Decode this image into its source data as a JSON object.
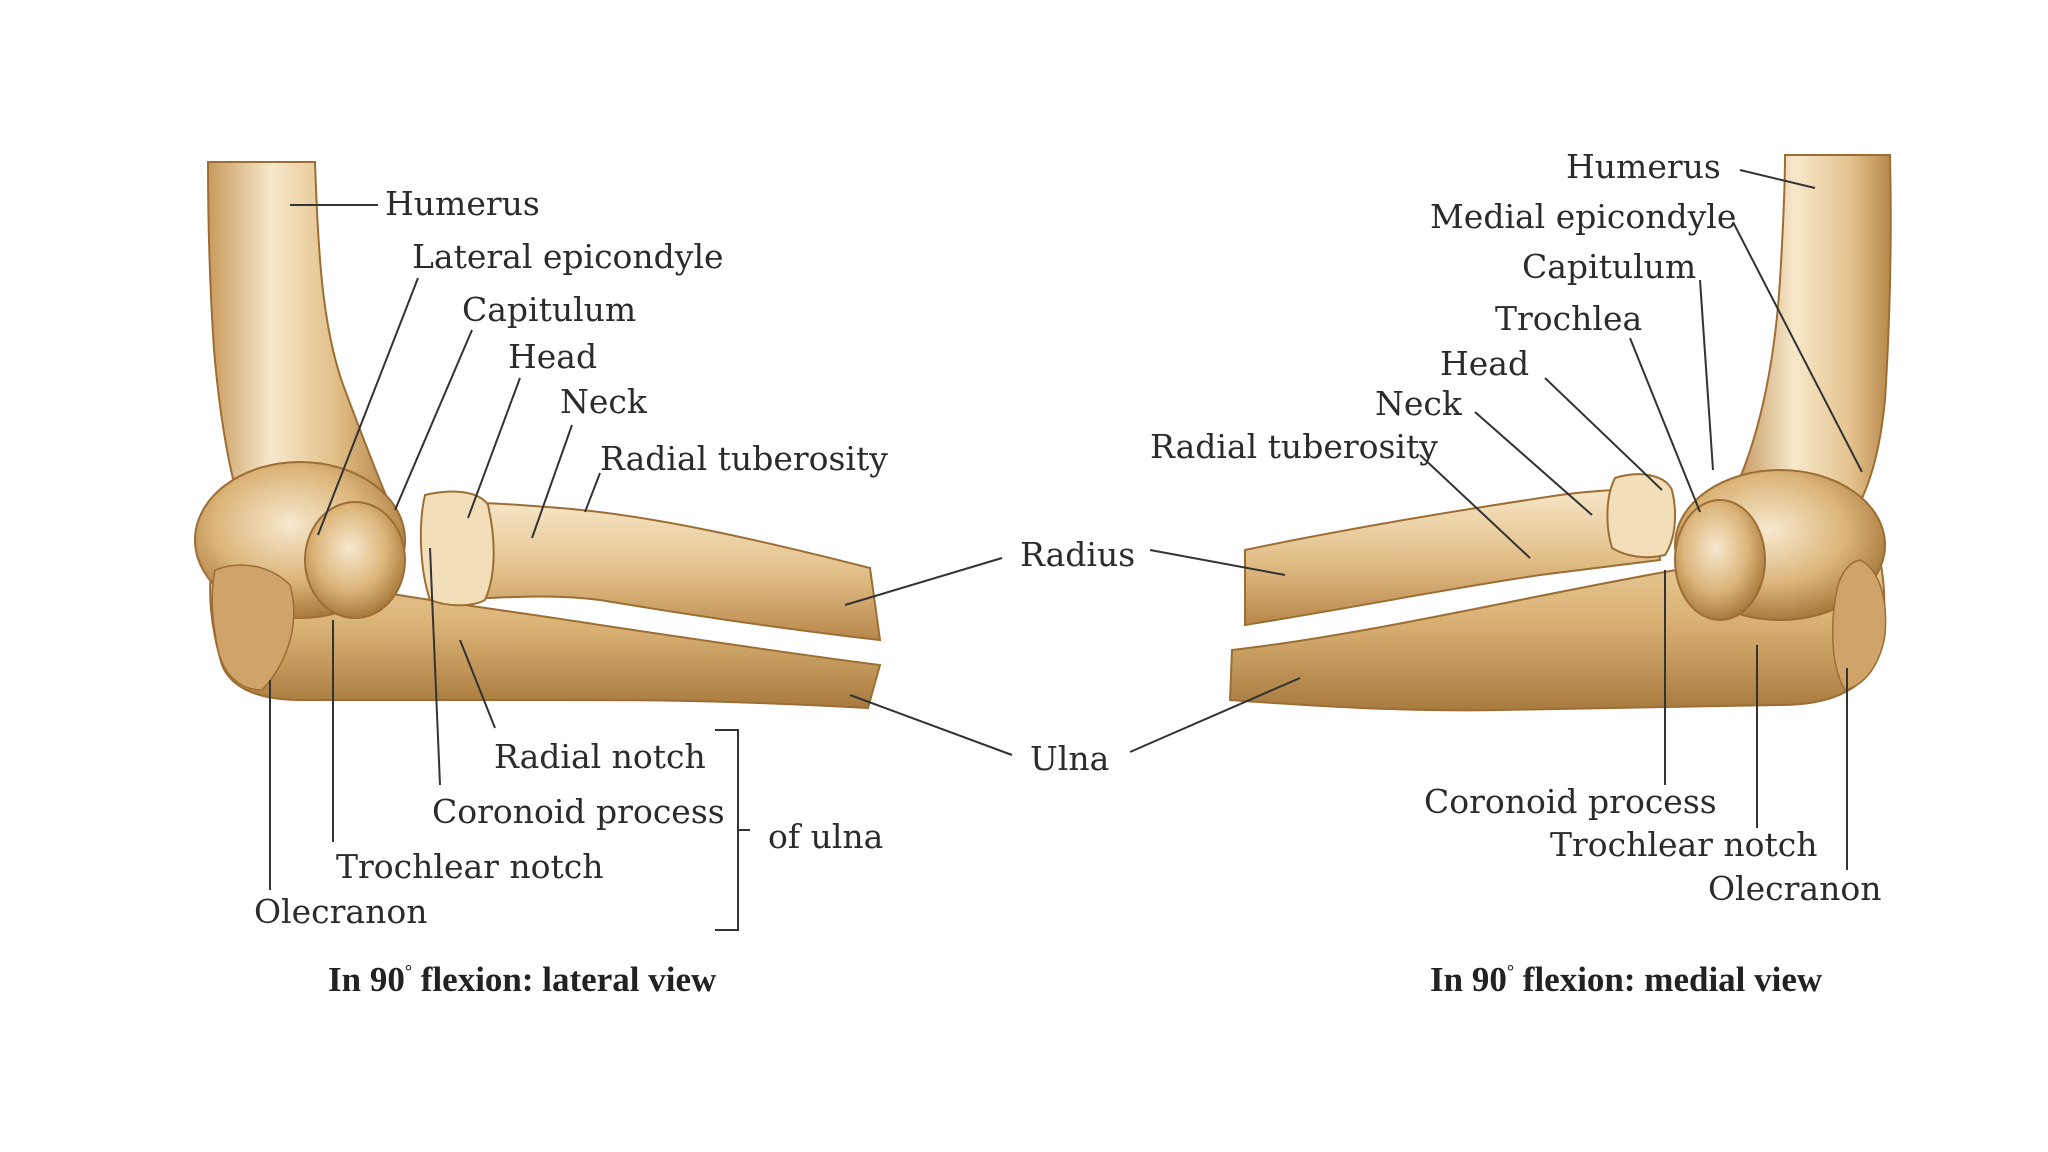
{
  "colors": {
    "bone_light": "#f6e6c6",
    "bone_mid": "#e3c08a",
    "bone_dark": "#c08f4f",
    "bone_shadow": "#9c6e34",
    "leader": "#333333",
    "text": "#2b2b2b"
  },
  "lateral": {
    "labels": {
      "humerus": "Humerus",
      "lateral_epicondyle": "Lateral epicondyle",
      "capitulum": "Capitulum",
      "head": "Head",
      "neck": "Neck",
      "radial_tuberosity": "Radial tuberosity",
      "radial_notch": "Radial notch",
      "coronoid_process": "Coronoid process",
      "trochlear_notch": "Trochlear notch",
      "olecranon": "Olecranon",
      "of_ulna": "of ulna"
    },
    "caption_pre": "In 90",
    "caption_deg": "°",
    "caption_post": " flexion: lateral view"
  },
  "shared": {
    "radius": "Radius",
    "ulna": "Ulna"
  },
  "medial": {
    "labels": {
      "humerus": "Humerus",
      "medial_epicondyle": "Medial epicondyle",
      "capitulum": "Capitulum",
      "trochlea": "Trochlea",
      "head": "Head",
      "neck": "Neck",
      "radial_tuberosity": "Radial tuberosity",
      "coronoid_process": "Coronoid process",
      "trochlear_notch": "Trochlear notch",
      "olecranon": "Olecranon"
    },
    "caption_pre": "In 90",
    "caption_deg": "°",
    "caption_post": " flexion: medial view"
  }
}
